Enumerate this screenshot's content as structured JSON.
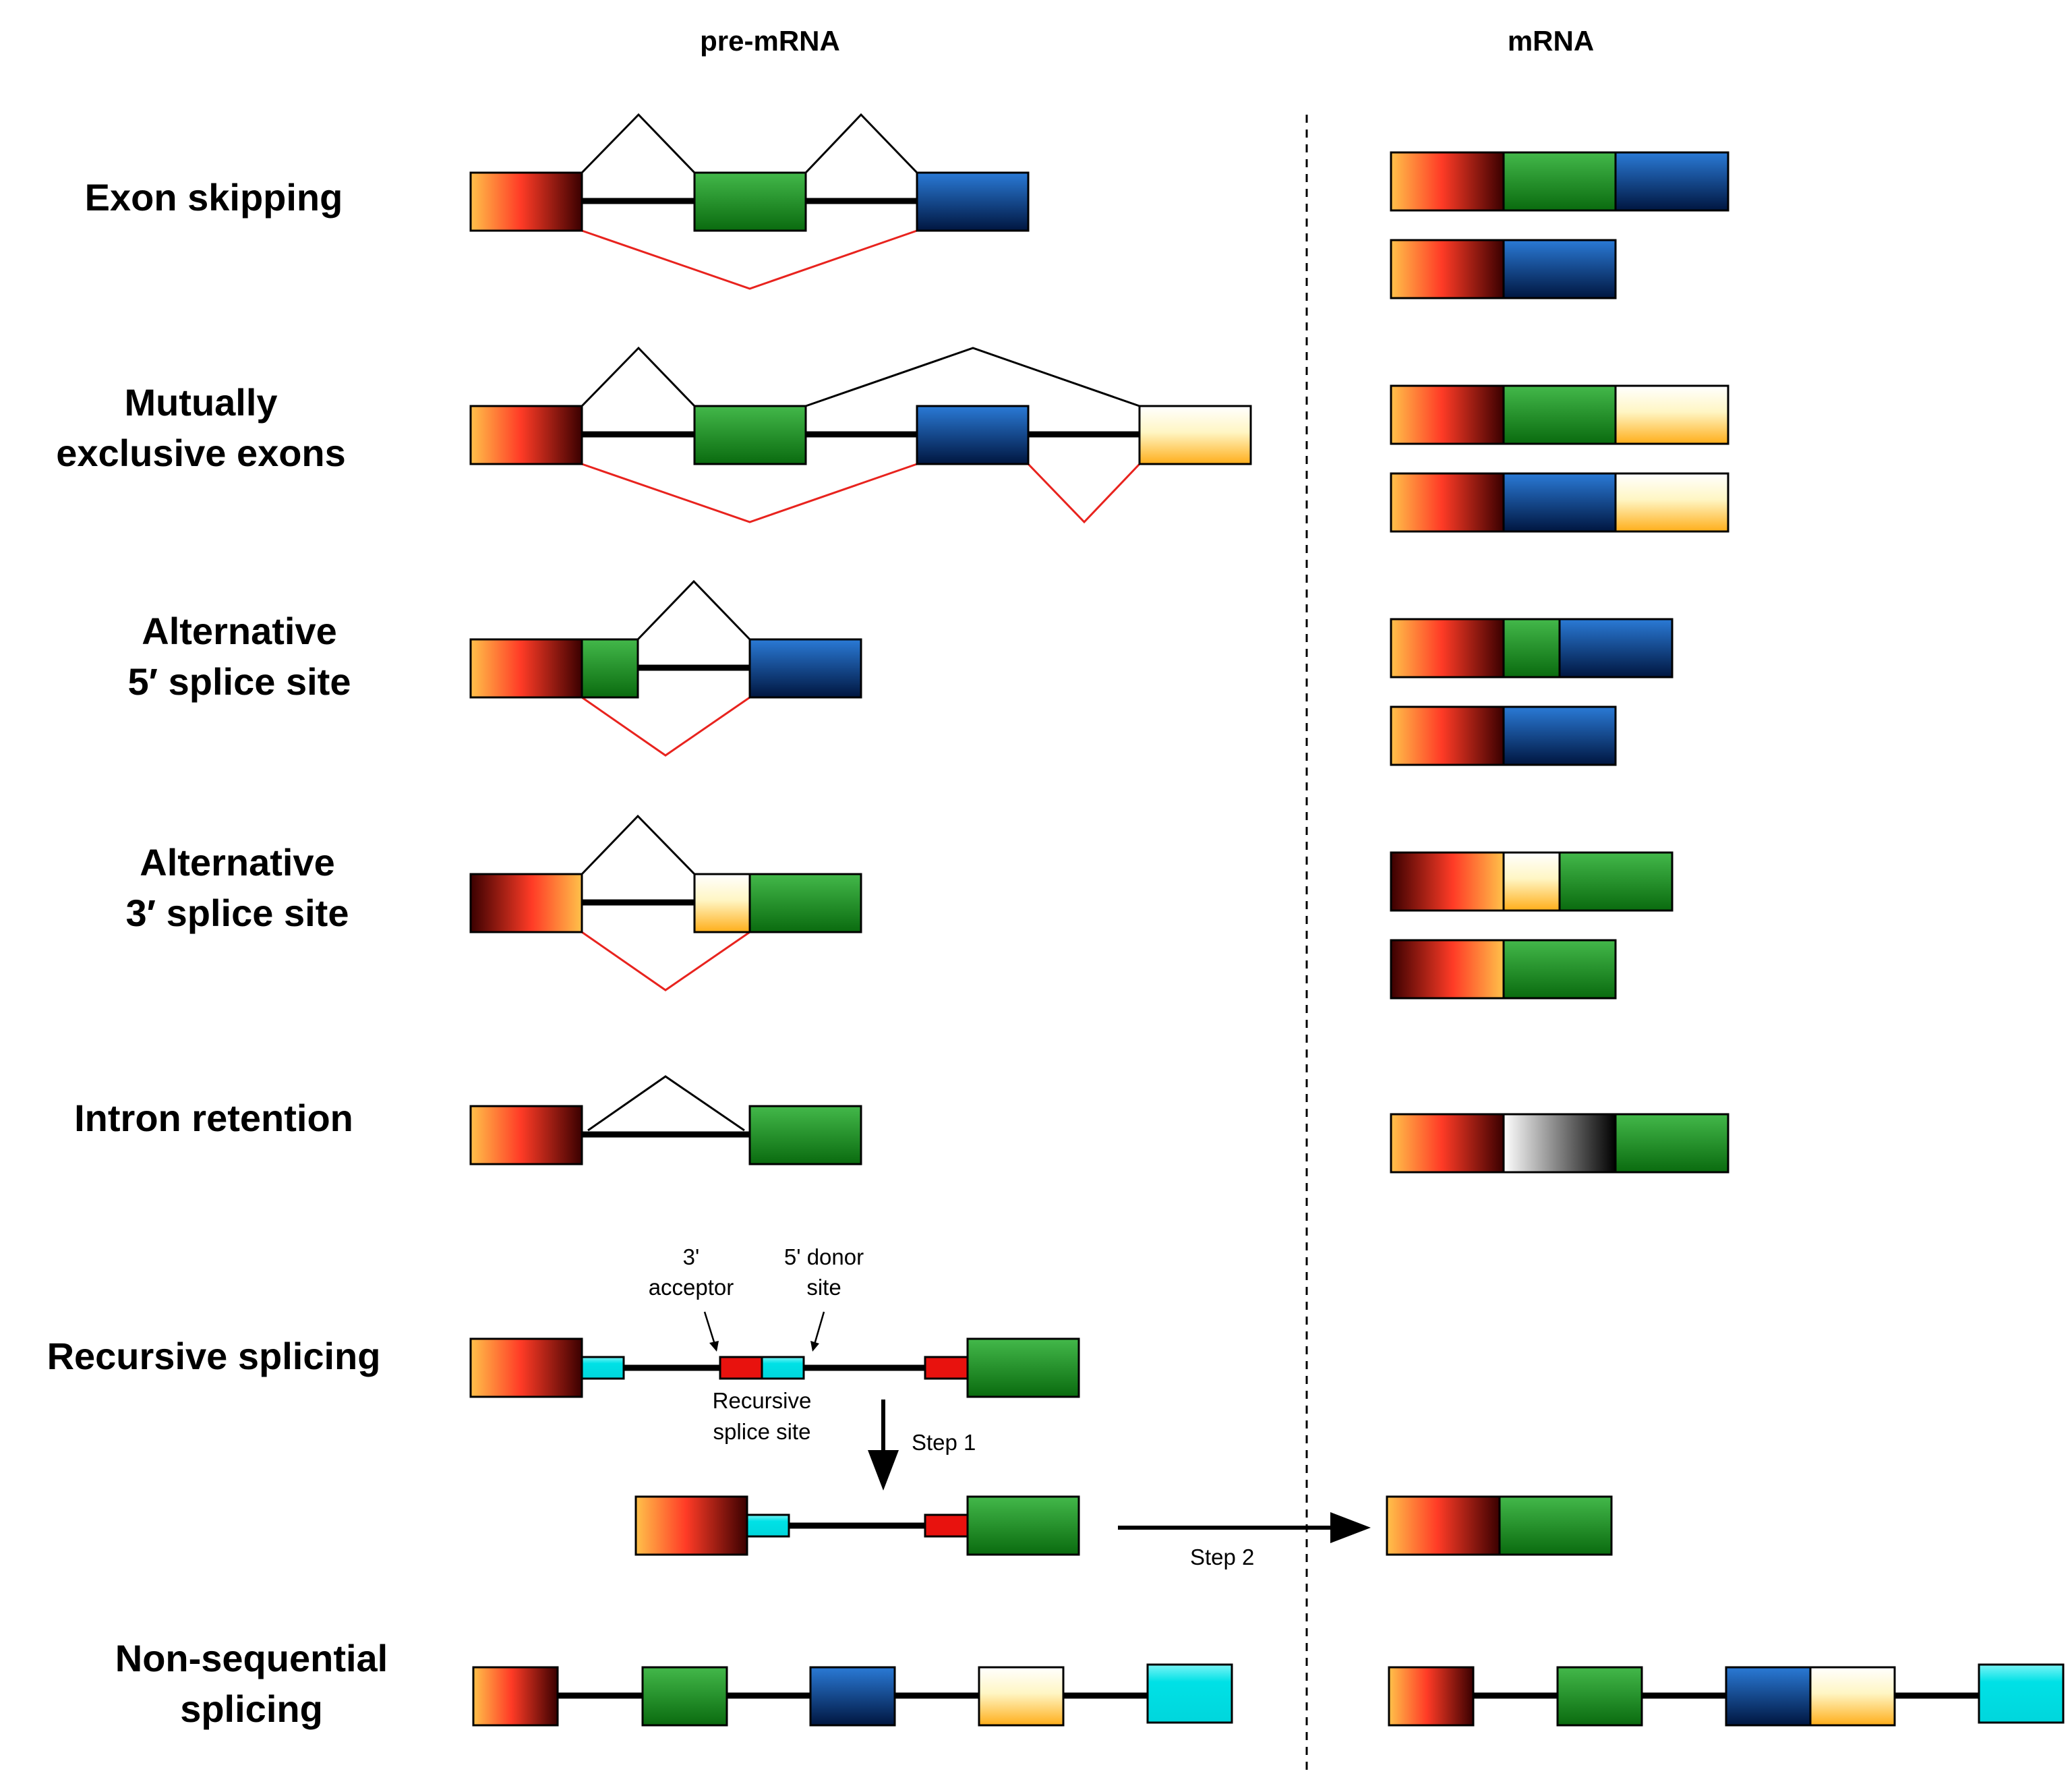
{
  "headers": {
    "pre_mrna": "pre-mRNA",
    "mrna": "mRNA"
  },
  "rows": [
    {
      "id": "exon-skipping",
      "label": [
        "Exon skipping"
      ]
    },
    {
      "id": "mutually-exclusive",
      "label": [
        "Mutually",
        "exclusive exons"
      ]
    },
    {
      "id": "alt-5",
      "label": [
        "Alternative",
        "5′ splice site"
      ]
    },
    {
      "id": "alt-3",
      "label": [
        "Alternative",
        "3′ splice site"
      ]
    },
    {
      "id": "intron-retention",
      "label": [
        "Intron retention"
      ]
    },
    {
      "id": "recursive",
      "label": [
        "Recursive splicing"
      ]
    },
    {
      "id": "non-sequential",
      "label": [
        "Non-sequential",
        "splicing"
      ]
    }
  ],
  "annotations": {
    "acceptor": [
      "3'",
      "acceptor"
    ],
    "donor": [
      "5' donor",
      "site"
    ],
    "recursive_site": [
      "Recursive",
      "splice site"
    ],
    "step1": "Step 1",
    "step2": "Step 2"
  },
  "colors": {
    "red_exon": [
      "#ffc14a",
      "#ff3b26",
      "#3a0000"
    ],
    "green_exon": [
      "#43b84a",
      "#0a6b0f"
    ],
    "blue_exon": [
      "#2a7ad6",
      "#001640"
    ],
    "cream_exon": [
      "#ffffff",
      "#fff6c4",
      "#ffae1a"
    ],
    "cyan_exon": "#00e1e6",
    "red_site": "#e8120e",
    "skip_path": "#e8231e",
    "retained_intron": [
      "#ffffff",
      "#000000"
    ]
  }
}
